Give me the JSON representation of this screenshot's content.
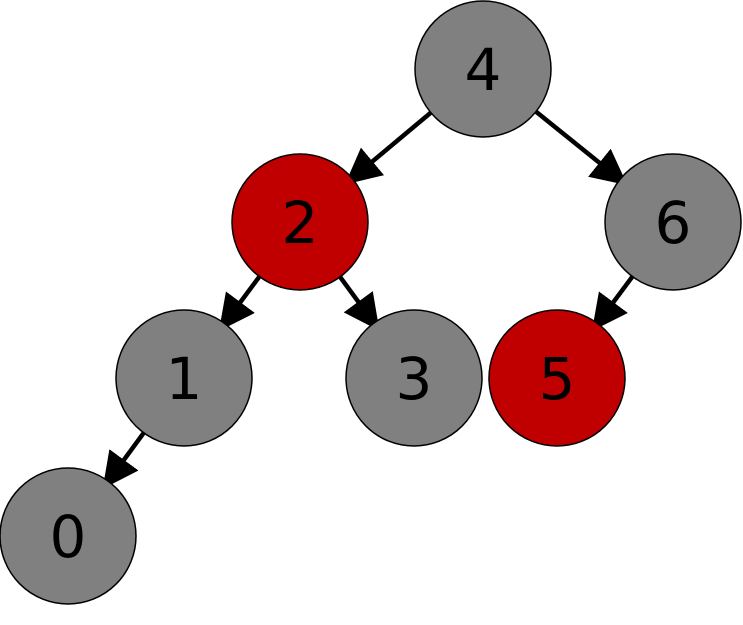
{
  "colors": {
    "red": "#c00000",
    "gray": "#808080",
    "edge": "#000000"
  },
  "nodes": [
    {
      "key": "4",
      "label": "4",
      "color": "gray"
    },
    {
      "key": "2",
      "label": "2",
      "color": "red"
    },
    {
      "key": "6",
      "label": "6",
      "color": "gray"
    },
    {
      "key": "1",
      "label": "1",
      "color": "gray"
    },
    {
      "key": "3",
      "label": "3",
      "color": "gray"
    },
    {
      "key": "5",
      "label": "5",
      "color": "red"
    },
    {
      "key": "0",
      "label": "0",
      "color": "gray"
    }
  ],
  "edges": [
    {
      "from": "4",
      "to": "2"
    },
    {
      "from": "4",
      "to": "6"
    },
    {
      "from": "2",
      "to": "1"
    },
    {
      "from": "2",
      "to": "3"
    },
    {
      "from": "6",
      "to": "5"
    },
    {
      "from": "1",
      "to": "0"
    }
  ]
}
